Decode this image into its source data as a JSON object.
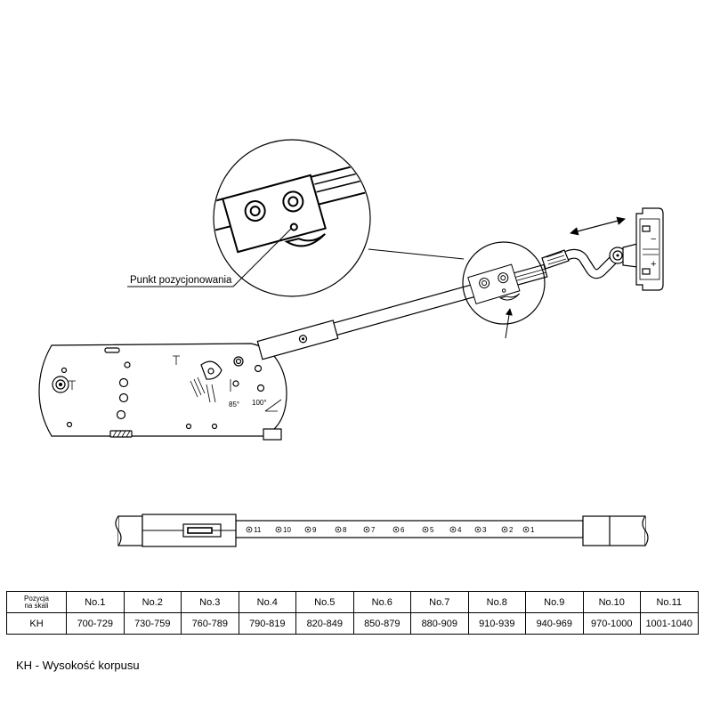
{
  "drawing": {
    "callout_label": "Punkt pozycjonowania",
    "angle_min": "85°",
    "angle_max": "100°",
    "hinge_minus": "−",
    "hinge_plus": "+"
  },
  "scale": {
    "positions": [
      "11",
      "10",
      "9",
      "8",
      "7",
      "6",
      "5",
      "4",
      "3",
      "2",
      "1"
    ]
  },
  "table": {
    "header_label_line1": "Pozycja",
    "header_label_line2": "na skali",
    "columns": [
      "No.1",
      "No.2",
      "No.3",
      "No.4",
      "No.5",
      "No.6",
      "No.7",
      "No.8",
      "No.9",
      "No.10",
      "No.11"
    ],
    "row_label": "KH",
    "values": [
      "700-729",
      "730-759",
      "760-789",
      "790-819",
      "820-849",
      "850-879",
      "880-909",
      "910-939",
      "940-969",
      "970-1000",
      "1001-1040"
    ]
  },
  "footnote": "KH - Wysokość korpusu"
}
